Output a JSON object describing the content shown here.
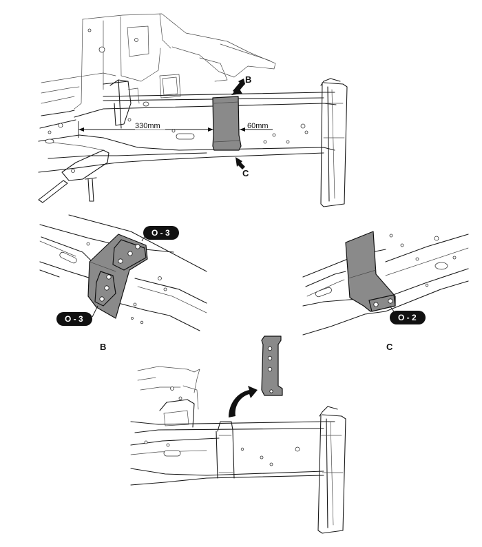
{
  "labels": {
    "arrow_b": "B",
    "arrow_c": "C",
    "dim_330": "330mm",
    "dim_60": "60mm",
    "view_b": "B",
    "view_c": "C",
    "badge_o3_top": "O - 3",
    "badge_o3_bottom": "O - 3",
    "badge_o2": "O - 2"
  },
  "colors": {
    "ink": "#111111",
    "part_fill": "#8a8a8a",
    "badge_fill": "#111111",
    "badge_text": "#ffffff"
  }
}
